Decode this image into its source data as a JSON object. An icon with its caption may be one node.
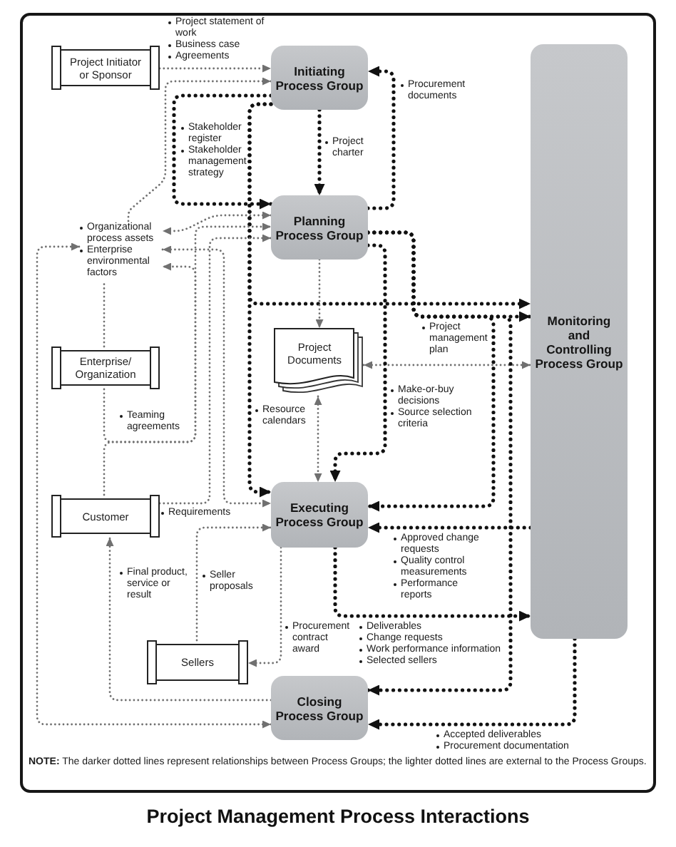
{
  "diagram": {
    "caption": "Project Management Process Interactions",
    "nodes": [
      {
        "text": [
          "Project Initiator or Sponsor"
        ]
      },
      {
        "text": [
          "Initiating Process Group"
        ]
      },
      {
        "text": [
          "Planning Process Group"
        ]
      },
      {
        "text": [
          "Organizational process assets",
          "Enterprise environmental factors"
        ]
      },
      {
        "text": [
          "Enterprise/ Organization"
        ]
      },
      {
        "text": [
          "Monitoring and Controlling Process Group"
        ]
      },
      {
        "text": [
          "Project Documents"
        ]
      },
      {
        "text": [
          "Customer"
        ]
      },
      {
        "text": [
          "Executing Process Group"
        ]
      },
      {
        "text": [
          "Sellers"
        ]
      },
      {
        "text": [
          "Closing Process Group"
        ]
      }
    ],
    "edges": [
      {
        "from": 0,
        "to": 1,
        "arrow": "to"
      },
      {
        "from": 3,
        "to": 1,
        "arrow": "to"
      },
      {
        "from": 1,
        "to": 2,
        "arrow": "to",
        "color": "#111111"
      },
      {
        "from": 1,
        "to": 2,
        "arrow": "to",
        "color": "#111111"
      },
      {
        "from": 2,
        "to": 1,
        "arrow": "to",
        "color": "#111111"
      },
      {
        "from": 1,
        "to": 5,
        "arrow": "to",
        "color": "#111111"
      },
      {
        "from": 1,
        "to": 8,
        "arrow": "to",
        "color": "#111111"
      },
      {
        "from": 2,
        "to": 3,
        "arrow": "both"
      },
      {
        "from": 3,
        "to": 8,
        "arrow": "both"
      },
      {
        "from": 4,
        "to": 3,
        "arrow": "none"
      },
      {
        "from": 4,
        "to": 2,
        "arrow": "to"
      },
      {
        "from": 7,
        "to": 3,
        "arrow": "to"
      },
      {
        "from": 7,
        "to": 2,
        "arrow": "to"
      },
      {
        "from": 10,
        "to": 3,
        "arrow": "both"
      },
      {
        "from": 2,
        "to": 6,
        "arrow": "to"
      },
      {
        "from": 6,
        "to": 5,
        "arrow": "both"
      },
      {
        "from": 6,
        "to": 8,
        "arrow": "both"
      },
      {
        "from": 2,
        "to": 5,
        "arrow": "to",
        "color": "#111111"
      },
      {
        "from": 2,
        "to": 8,
        "arrow": "to",
        "color": "#111111"
      },
      {
        "from": 2,
        "to": 10,
        "arrow": "to",
        "color": "#111111"
      },
      {
        "from": 2,
        "to": 8,
        "arrow": "to",
        "color": "#111111"
      },
      {
        "from": 5,
        "to": 8,
        "arrow": "to",
        "color": "#111111"
      },
      {
        "from": 8,
        "to": 5,
        "arrow": "to",
        "color": "#111111"
      },
      {
        "from": 5,
        "to": 10,
        "arrow": "to",
        "color": "#111111"
      },
      {
        "from": 9,
        "to": 8,
        "arrow": "to"
      },
      {
        "from": 8,
        "to": 9,
        "arrow": "to"
      },
      {
        "from": 10,
        "to": 7,
        "arrow": "to"
      }
    ],
    "labels": [
      "Project statement of work",
      "Business case",
      "Agreements",
      "Procurement documents",
      "Stakeholder register",
      "Stakeholder management strategy",
      "Project charter",
      "Project management plan",
      "Make-or-buy decisions",
      "Source selection criteria",
      "Resource calendars",
      "Teaming agreements",
      "Requirements",
      "Approved change requests",
      "Quality control measurements",
      "Performance reports",
      "Final product, service or result",
      "Seller proposals",
      "Procurement contract award",
      "Deliverables",
      "Change requests",
      "Work performance information",
      "Selected sellers",
      "Accepted deliverables",
      "Procurement documentation",
      "**NOTE:** The darker dotted lines represent relationships between Process Groups; the lighter dotted lines are external to the Process Groups."
    ]
  }
}
